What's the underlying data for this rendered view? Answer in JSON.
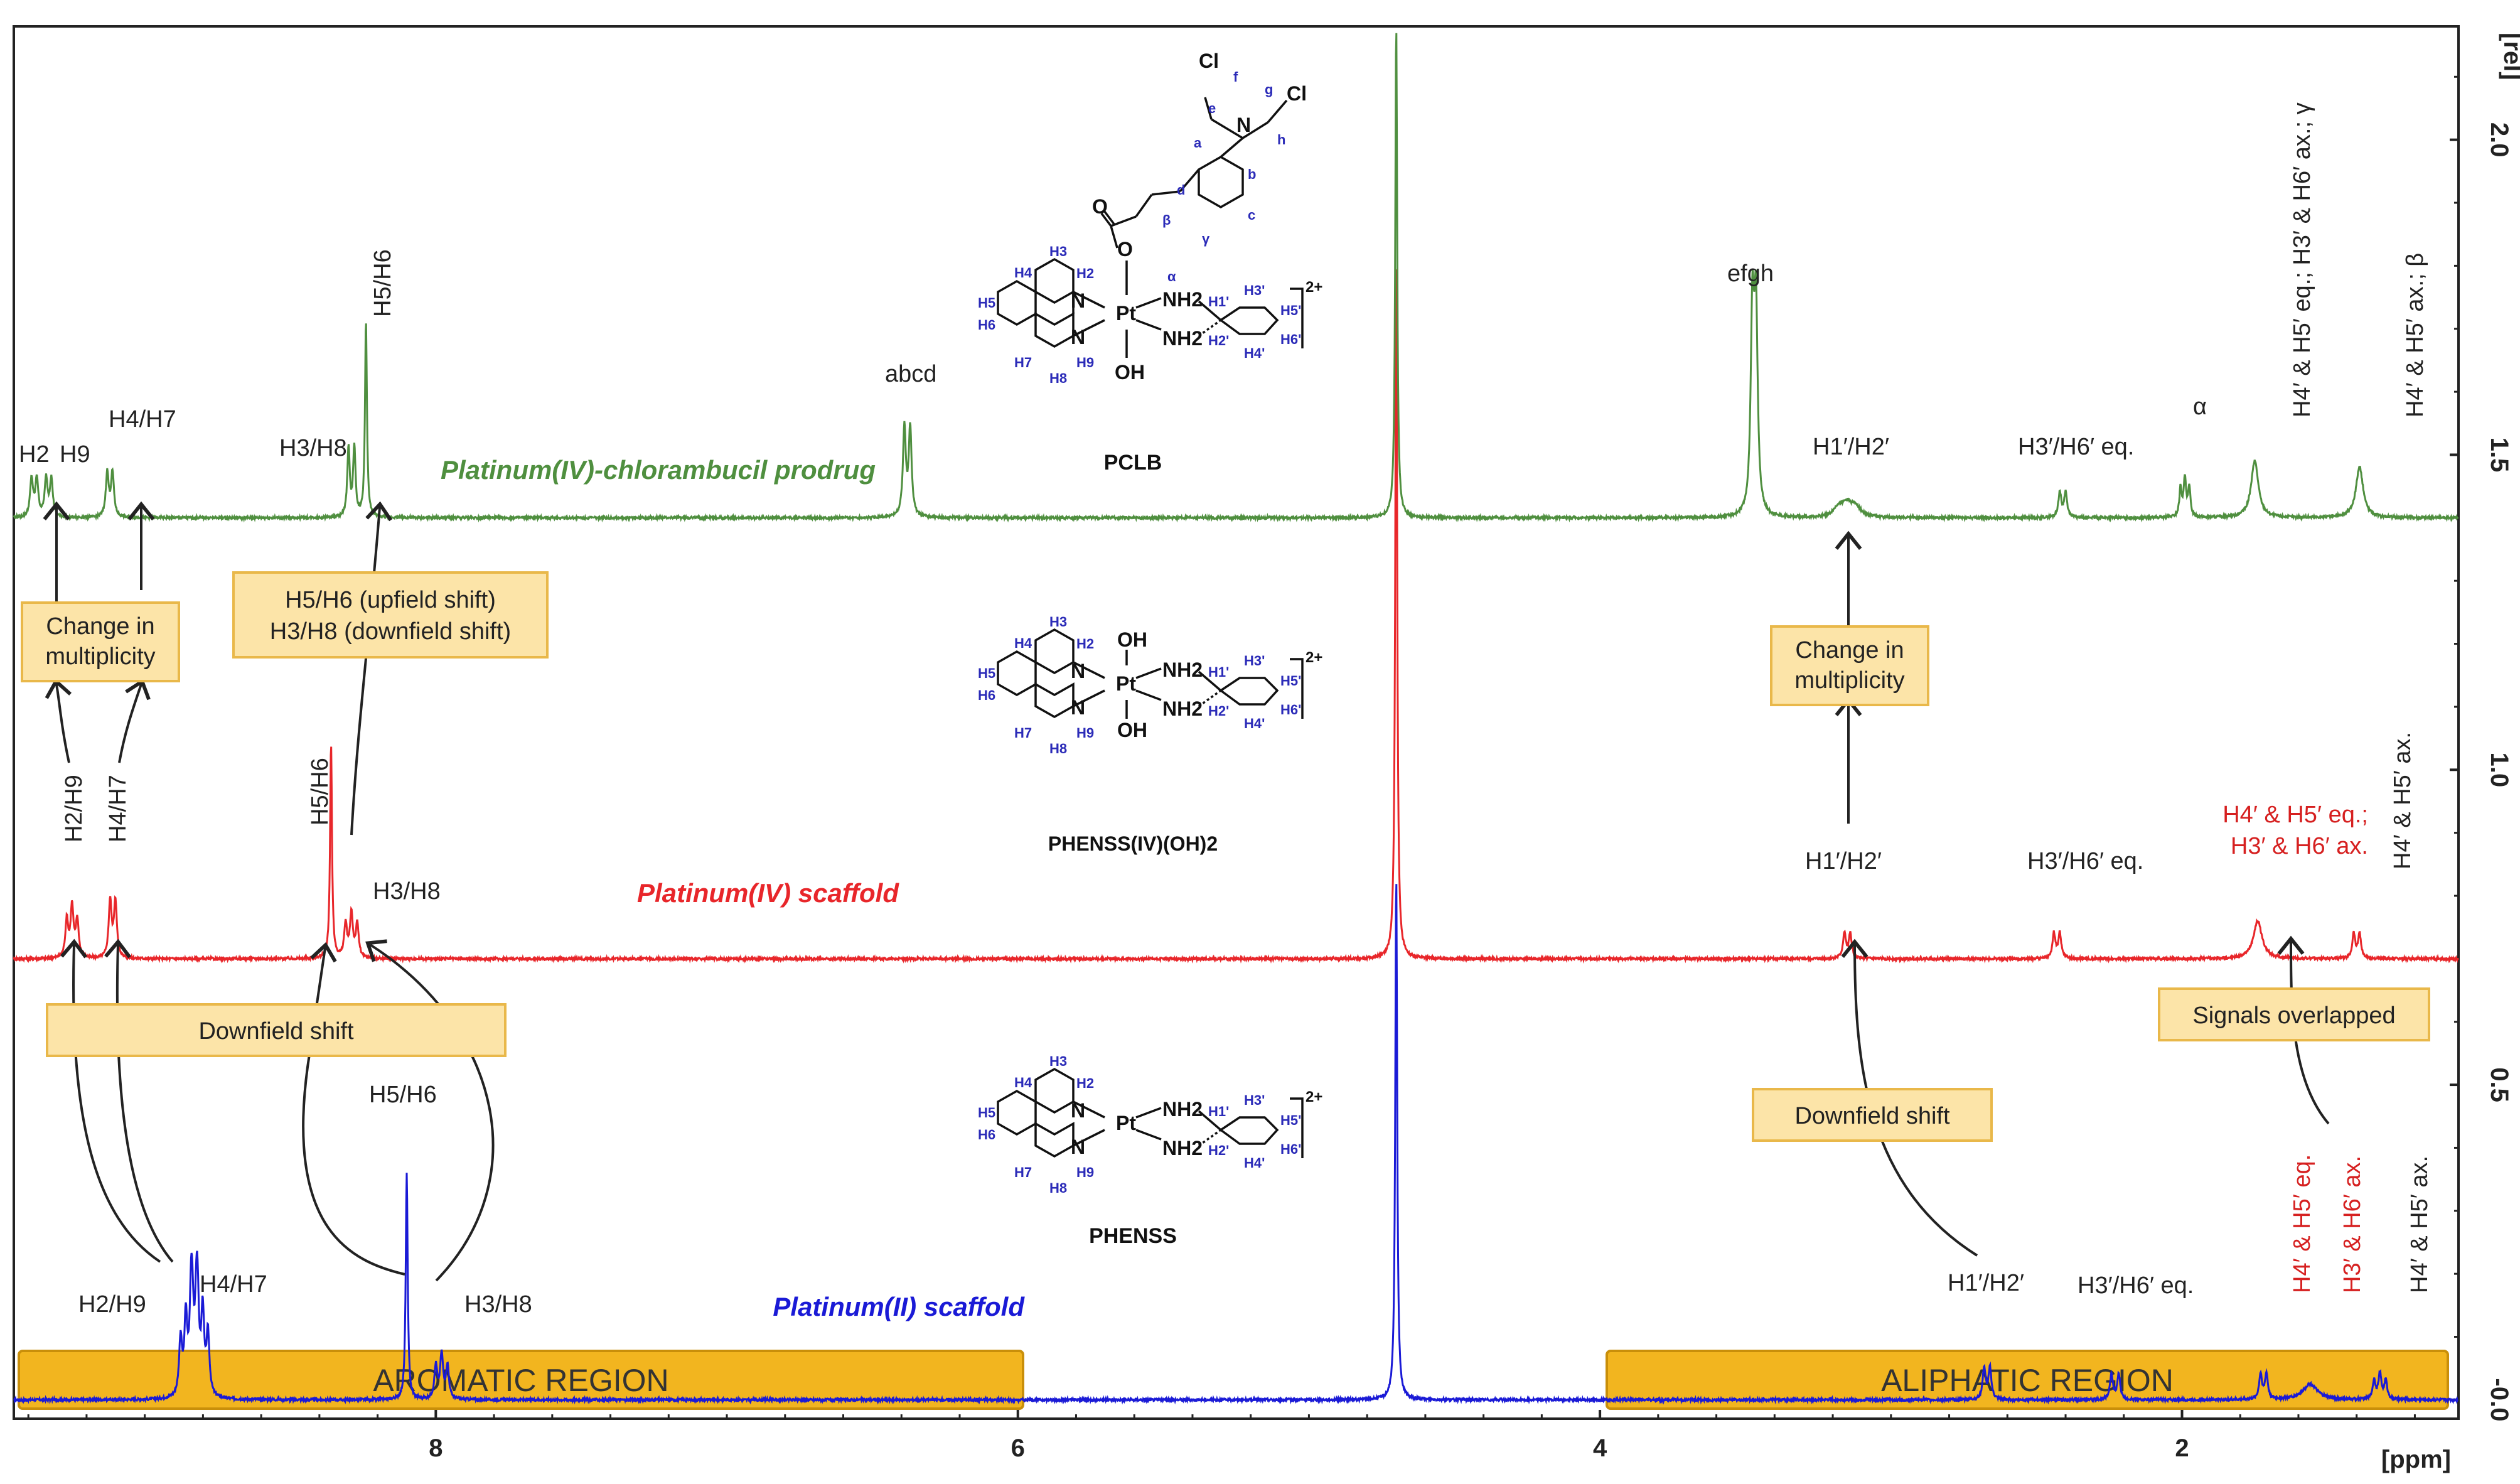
{
  "chart_data": {
    "type": "line",
    "title": "",
    "xlabel": "[ppm]",
    "ylabel": "[rel]",
    "xlim": [
      9.45,
      1.05
    ],
    "ylim": [
      -0.03,
      2.18
    ],
    "x_ticks": [
      {
        "value": 8,
        "label": "8"
      },
      {
        "value": 6,
        "label": "6"
      },
      {
        "value": 4,
        "label": "4"
      },
      {
        "value": 2,
        "label": "2"
      }
    ],
    "y_ticks": [
      {
        "value": 0.0,
        "label": "-0.0"
      },
      {
        "value": 0.5,
        "label": "0.5"
      },
      {
        "value": 1.0,
        "label": "1.0"
      },
      {
        "value": 1.5,
        "label": "1.5"
      },
      {
        "value": 2.0,
        "label": "2.0"
      }
    ],
    "grid": false,
    "series": [
      {
        "name": "Platinum(II) scaffold",
        "color": "#1a1ad6",
        "baseline": 0.0,
        "peaks": [
          {
            "x": 8.85,
            "h": 0.12,
            "w": 0.006,
            "n": 4,
            "split": 0.018
          },
          {
            "x": 8.81,
            "h": 0.13,
            "w": 0.006,
            "n": 4,
            "split": 0.018
          },
          {
            "x": 8.1,
            "h": 0.36,
            "w": 0.004,
            "n": 1,
            "split": 0
          },
          {
            "x": 7.98,
            "h": 0.07,
            "w": 0.006,
            "n": 3,
            "split": 0.02
          },
          {
            "x": 4.7,
            "h": 0.83,
            "w": 0.004,
            "n": 1,
            "split": 0
          },
          {
            "x": 2.67,
            "h": 0.05,
            "w": 0.006,
            "n": 2,
            "split": 0.02
          },
          {
            "x": 2.23,
            "h": 0.04,
            "w": 0.006,
            "n": 2,
            "split": 0.025
          },
          {
            "x": 1.72,
            "h": 0.04,
            "w": 0.006,
            "n": 2,
            "split": 0.02
          },
          {
            "x": 1.56,
            "h": 0.025,
            "w": 0.03,
            "n": 1,
            "split": 0
          },
          {
            "x": 1.32,
            "h": 0.04,
            "w": 0.006,
            "n": 3,
            "split": 0.02
          }
        ]
      },
      {
        "name": "Platinum(IV) scaffold",
        "color": "#e8262a",
        "baseline": 0.7,
        "peaks": [
          {
            "x": 9.25,
            "h": 0.08,
            "w": 0.006,
            "n": 3,
            "split": 0.018
          },
          {
            "x": 9.11,
            "h": 0.09,
            "w": 0.006,
            "n": 2,
            "split": 0.018
          },
          {
            "x": 8.36,
            "h": 0.34,
            "w": 0.004,
            "n": 1,
            "split": 0
          },
          {
            "x": 8.29,
            "h": 0.07,
            "w": 0.006,
            "n": 3,
            "split": 0.02
          },
          {
            "x": 4.7,
            "h": 1.11,
            "w": 0.004,
            "n": 1,
            "split": 0
          },
          {
            "x": 3.15,
            "h": 0.04,
            "w": 0.006,
            "n": 2,
            "split": 0.02
          },
          {
            "x": 2.43,
            "h": 0.04,
            "w": 0.006,
            "n": 2,
            "split": 0.02
          },
          {
            "x": 1.74,
            "h": 0.06,
            "w": 0.018,
            "n": 1,
            "split": 0
          },
          {
            "x": 1.4,
            "h": 0.04,
            "w": 0.006,
            "n": 2,
            "split": 0.02
          }
        ]
      },
      {
        "name": "Platinum(IV)-chlorambucil prodrug",
        "color": "#4f8f3f",
        "baseline": 1.4,
        "peaks": [
          {
            "x": 9.38,
            "h": 0.06,
            "w": 0.006,
            "n": 2,
            "split": 0.018
          },
          {
            "x": 9.33,
            "h": 0.06,
            "w": 0.006,
            "n": 2,
            "split": 0.018
          },
          {
            "x": 9.12,
            "h": 0.07,
            "w": 0.006,
            "n": 2,
            "split": 0.018
          },
          {
            "x": 8.29,
            "h": 0.11,
            "w": 0.005,
            "n": 2,
            "split": 0.02
          },
          {
            "x": 8.24,
            "h": 0.31,
            "w": 0.004,
            "n": 1,
            "split": 0
          },
          {
            "x": 6.38,
            "h": 0.14,
            "w": 0.006,
            "n": 2,
            "split": 0.02
          },
          {
            "x": 4.7,
            "h": 0.78,
            "w": 0.004,
            "n": 1,
            "split": 0
          },
          {
            "x": 3.47,
            "h": 0.31,
            "w": 0.007,
            "n": 2,
            "split": 0.012
          },
          {
            "x": 3.15,
            "h": 0.02,
            "w": 0.02,
            "n": 3,
            "split": 0.03
          },
          {
            "x": 2.41,
            "h": 0.04,
            "w": 0.006,
            "n": 2,
            "split": 0.02
          },
          {
            "x": 1.99,
            "h": 0.06,
            "w": 0.005,
            "n": 3,
            "split": 0.015
          },
          {
            "x": 1.75,
            "h": 0.09,
            "w": 0.015,
            "n": 1,
            "split": 0
          },
          {
            "x": 1.39,
            "h": 0.08,
            "w": 0.015,
            "n": 1,
            "split": 0
          }
        ]
      }
    ]
  },
  "labels": {
    "green_series": "Platinum(IV)-chlorambucil prodrug",
    "red_series": "Platinum(IV) scaffold",
    "blue_series": "Platinum(II) scaffold",
    "g_h2": "H2",
    "g_h9": "H9",
    "g_h4h7": "H4/H7",
    "g_h3h8": "H3/H8",
    "g_h5h6": "H5/H6",
    "g_abcd": "abcd",
    "g_efgh": "efgh",
    "g_h1h2": "H1′/H2′",
    "g_h3h6": "H3′/H6′ eq.",
    "g_alpha": "α",
    "g_v1": "H4′ & H5′ eq.; H3′ & H6′ ax.; γ",
    "g_v2": "H4′ & H5′ ax.; β",
    "r_h2h9": "H2/H9",
    "r_h4h7": "H4/H7",
    "r_h5h6": "H5/H6",
    "r_h3h8": "H3/H8",
    "r_h1h2": "H1′/H2′",
    "r_h3h6": "H3′/H6′ eq.",
    "r_h4h5_1": "H4′ & H5′ eq.;",
    "r_h4h5_2": "H3′ & H6′ ax.",
    "r_v1": "H4′ & H5′ ax.",
    "b_h2h9": "H2/H9",
    "b_h4h7": "H4/H7",
    "b_h5h6": "H5/H6",
    "b_h3h8": "H3/H8",
    "b_h1h2": "H1′/H2′",
    "b_h3h6": "H3′/H6′ eq.",
    "b_v1": "H4′ & H5′ eq.",
    "b_v2": "H3′ & H6′ ax.",
    "b_v3": "H4′ & H5′ ax."
  },
  "callouts": {
    "multiplicity_left_1": "Change in",
    "multiplicity_left_2": "multiplicity",
    "shift_1": "H5/H6 (upfield shift)",
    "shift_2": "H3/H8 (downfield shift)",
    "multiplicity_right_1": "Change in",
    "multiplicity_right_2": "multiplicity",
    "downfield_left": "Downfield shift",
    "downfield_right": "Downfield shift",
    "overlap": "Signals overlapped"
  },
  "regions": {
    "aromatic": "AROMATIC REGION",
    "aliphatic": "ALIPHATIC REGION"
  },
  "molecules": {
    "pclb_name": "PCLB",
    "phenss_iv_name": "PHENSS(IV)(OH)2",
    "phenss_name": "PHENSS",
    "pt": "Pt",
    "oh": "OH",
    "nh2": "NH2",
    "n": "N",
    "o": "O",
    "cl": "Cl",
    "charge": "2+",
    "ring": [
      "H3",
      "H2",
      "H4",
      "H5",
      "H6",
      "H7",
      "H8",
      "H9"
    ],
    "dach": [
      "H1'",
      "H3'",
      "H5'",
      "H6'",
      "H4'",
      "H2'"
    ],
    "chain": [
      "a",
      "b",
      "c",
      "d",
      "e",
      "f",
      "g",
      "h",
      "α",
      "β",
      "γ"
    ]
  },
  "colors": {
    "callout_fill": "#fce4a8",
    "callout_stroke": "#e9b84a",
    "region_fill": "#f2b51f",
    "region_stroke": "#c98f0a",
    "label_red": "#d62020",
    "label_blue": "#1a1ad6",
    "label_green": "#4f8f3f",
    "atom_blue": "#2b2bb8"
  }
}
